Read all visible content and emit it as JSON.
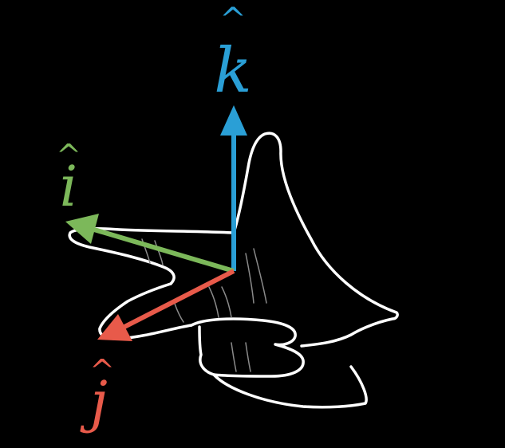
{
  "diagram": {
    "background": "#000000",
    "hand_stroke_color": "#ffffff",
    "crease_color": "#8a8a8a",
    "vectors": [
      {
        "id": "k",
        "label": "k",
        "hat": "^",
        "color": "#2a9fd6"
      },
      {
        "id": "i",
        "label": "i",
        "hat": "^",
        "color": "#7cb85a"
      },
      {
        "id": "j",
        "label": "j",
        "hat": "^",
        "color": "#e85a4a"
      }
    ]
  }
}
